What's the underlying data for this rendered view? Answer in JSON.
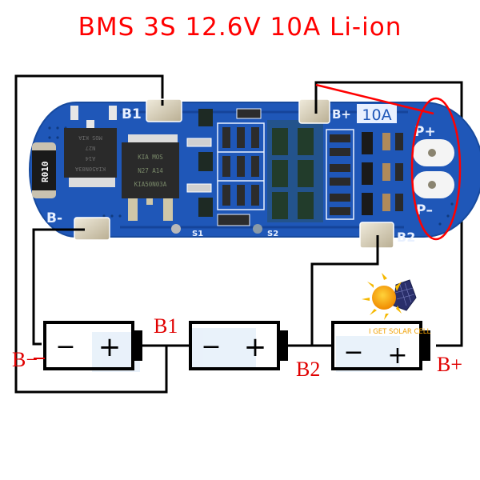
{
  "title": "BMS 3S 12.6V 10A Li-ion",
  "board": {
    "pad_labels": {
      "b1": "B1",
      "b_plus": "B+",
      "b_minus": "B-",
      "b2": "B2",
      "p_plus": "P+",
      "p_minus": "P–"
    },
    "current_badge": "10A",
    "shunt_resistor": "R010",
    "mosfet_top_lines": [
      "KIA MOS",
      "N27 A14",
      "KIA50N03A"
    ],
    "mosfet_left_lines": [
      "KIA50N03A",
      "A14",
      "N27",
      "MOS KIA"
    ],
    "test_points": [
      "S1",
      "S2"
    ]
  },
  "cells": [
    {
      "neg": "−",
      "pos": "+"
    },
    {
      "neg": "−",
      "pos": "+"
    },
    {
      "neg": "−",
      "pos": "+"
    }
  ],
  "node_labels": {
    "b_minus": "B−",
    "b1": "B1",
    "b2": "B2",
    "b_plus": "B+"
  },
  "watermark": "I GET SOLAR CELL",
  "colors": {
    "pcb": "#1f57b8",
    "pcb_dark": "#123c8c",
    "silk": "#e8f0ff",
    "annotation": "#ff0000",
    "wire": "#000000",
    "pad": "#d6cdb4"
  }
}
